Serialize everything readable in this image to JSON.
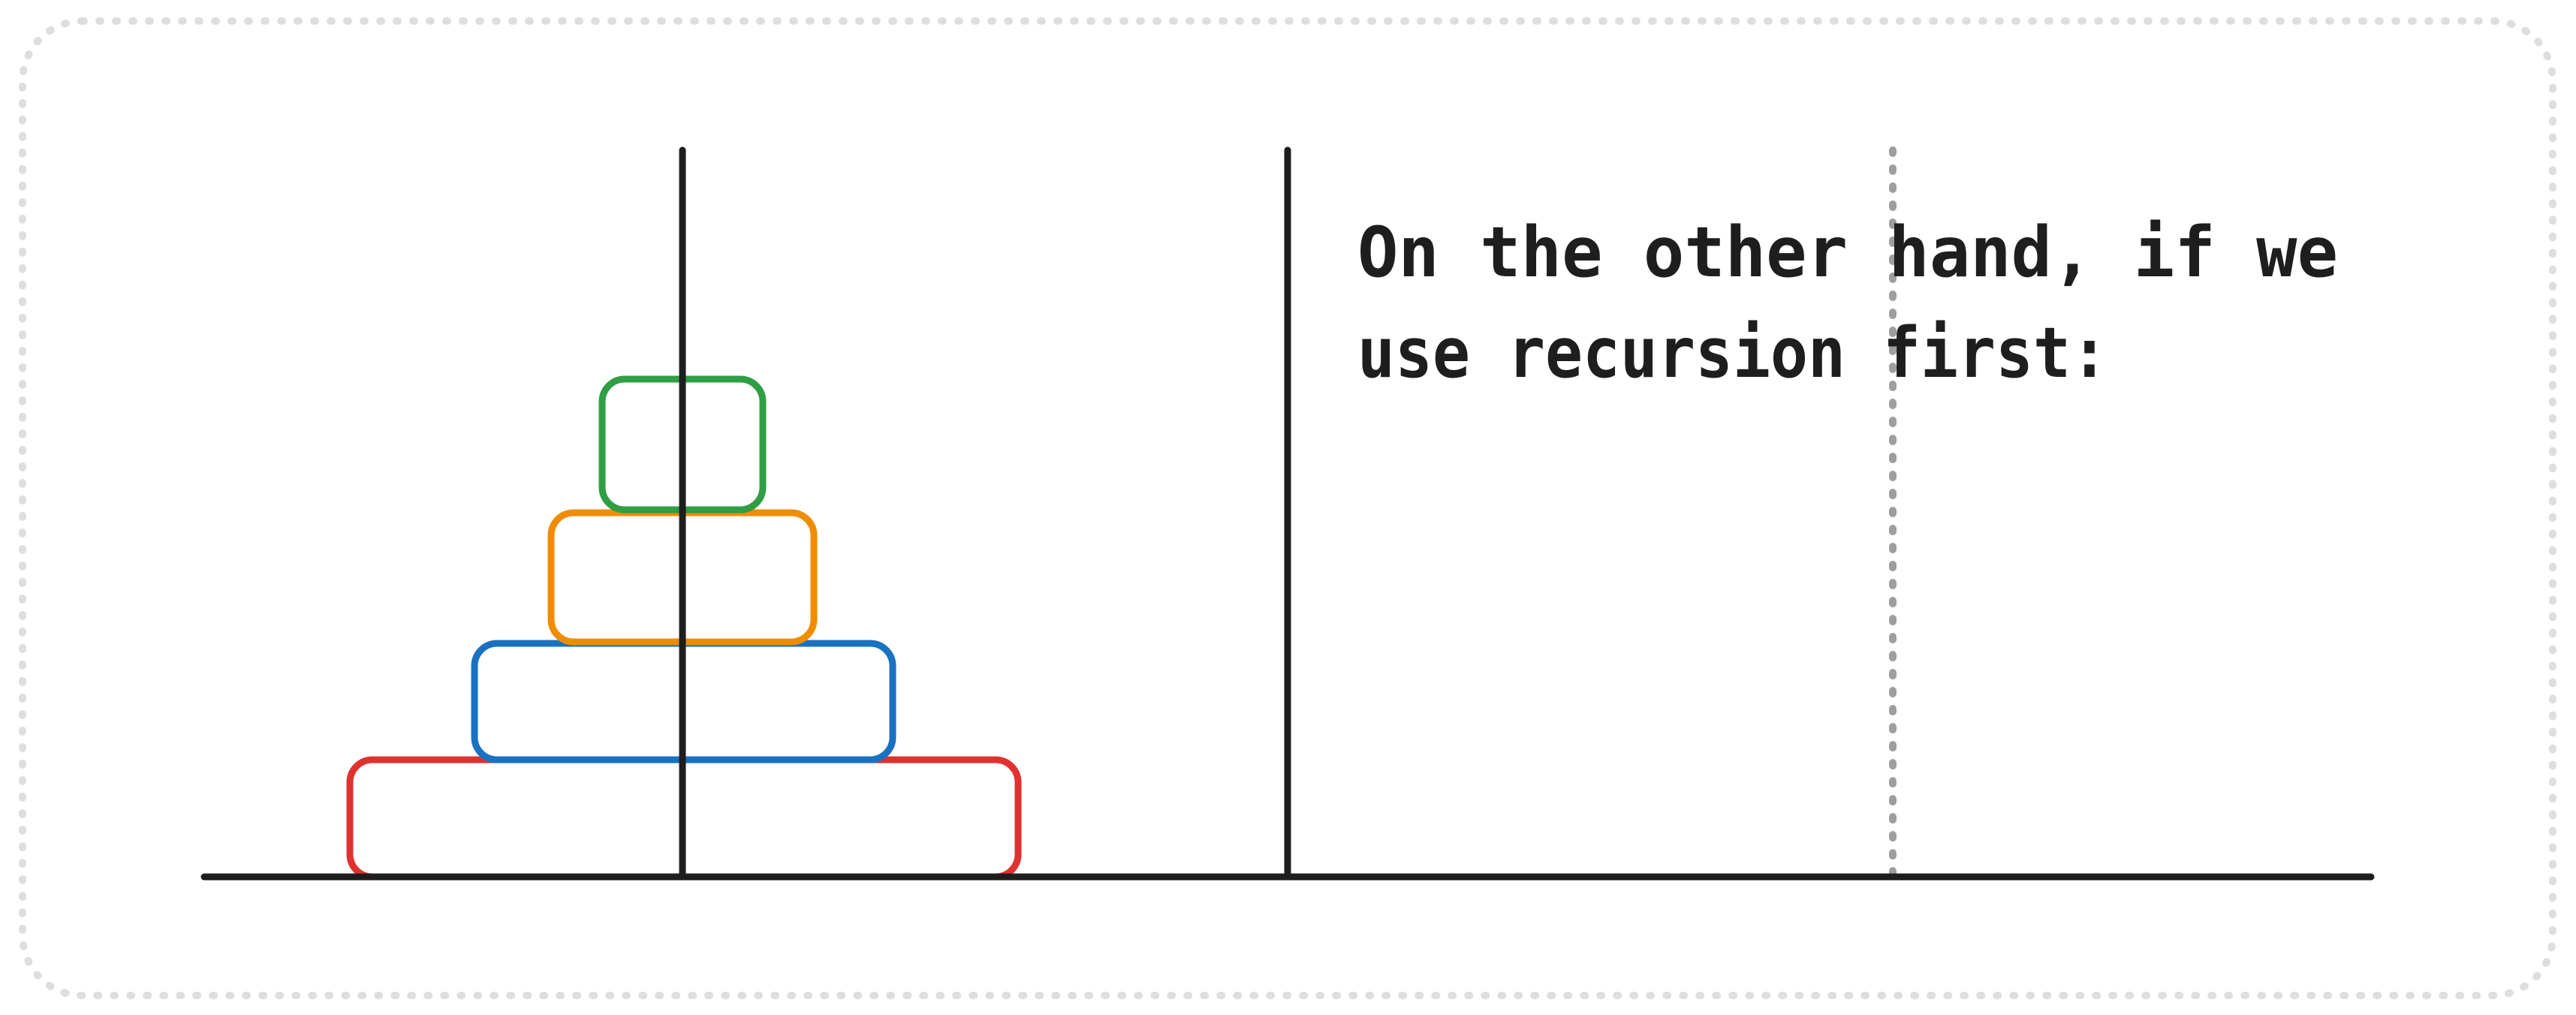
{
  "caption": {
    "line1": "On the other hand, if we",
    "line2": "use recursion first:"
  },
  "diagram": {
    "pegs": [
      "peg-1",
      "peg-2",
      "peg-3"
    ],
    "disks_on_first_peg_bottom_to_top": [
      {
        "name": "disk-largest",
        "color": "#e03131"
      },
      {
        "name": "disk-large",
        "color": "#1971c2"
      },
      {
        "name": "disk-medium",
        "color": "#f08c00"
      },
      {
        "name": "disk-small",
        "color": "#2f9e44"
      }
    ],
    "colors": {
      "ink": "#1e1e1e",
      "frame": "#dedede",
      "divider": "#9e9e9e"
    }
  }
}
